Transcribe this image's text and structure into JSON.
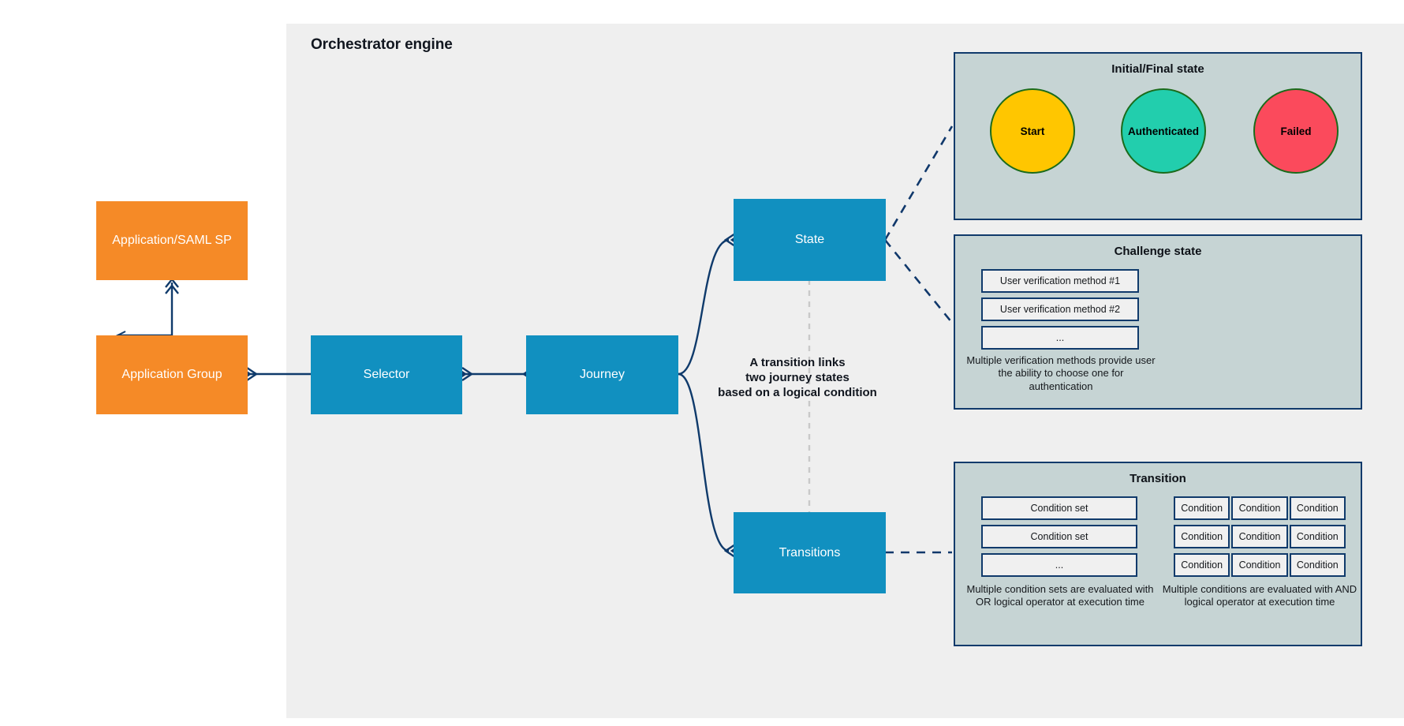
{
  "orchestrator": {
    "title": "Orchestrator engine"
  },
  "nodes": {
    "application_saml_sp": "Application/SAML SP",
    "application_group": "Application Group",
    "selector": "Selector",
    "journey": "Journey",
    "state": "State",
    "transitions": "Transitions"
  },
  "annotations": {
    "transition_note_line1": "A transition links",
    "transition_note_line2": "two journey states",
    "transition_note_line3": "based on a logical condition"
  },
  "panels": {
    "initial_final": {
      "title": "Initial/Final state",
      "circles": [
        {
          "label": "Start",
          "color": "#ffc600",
          "border": "#1b6b1b"
        },
        {
          "label": "Authenticated",
          "color": "#22cead",
          "border": "#1b6b1b"
        },
        {
          "label": "Failed",
          "color": "#fb4a5c",
          "border": "#1b6b1b"
        }
      ]
    },
    "challenge": {
      "title": "Challenge state",
      "items": [
        "User verification method #1",
        "User verification method #2",
        "..."
      ],
      "caption": "Multiple verification methods provide user the ability to choose one for authentication"
    },
    "transition": {
      "title": "Transition",
      "condition_sets": [
        "Condition set",
        "Condition set",
        "..."
      ],
      "condition_sets_caption": "Multiple condition sets are evaluated with OR logical operator at execution time",
      "condition_grid": [
        [
          "Condition",
          "Condition",
          "Condition"
        ],
        [
          "Condition",
          "Condition",
          "Condition"
        ],
        [
          "Condition",
          "Condition",
          "Condition"
        ]
      ],
      "condition_grid_caption": "Multiple conditions are evaluated with AND logical operator at execution time"
    }
  },
  "colors": {
    "orange": "#f58a27",
    "blue": "#1190c0",
    "panel_bg": "#c6d4d4",
    "panel_border": "#103a6b",
    "connector": "#0f3a6b",
    "canvas_bg": "#efefef"
  }
}
